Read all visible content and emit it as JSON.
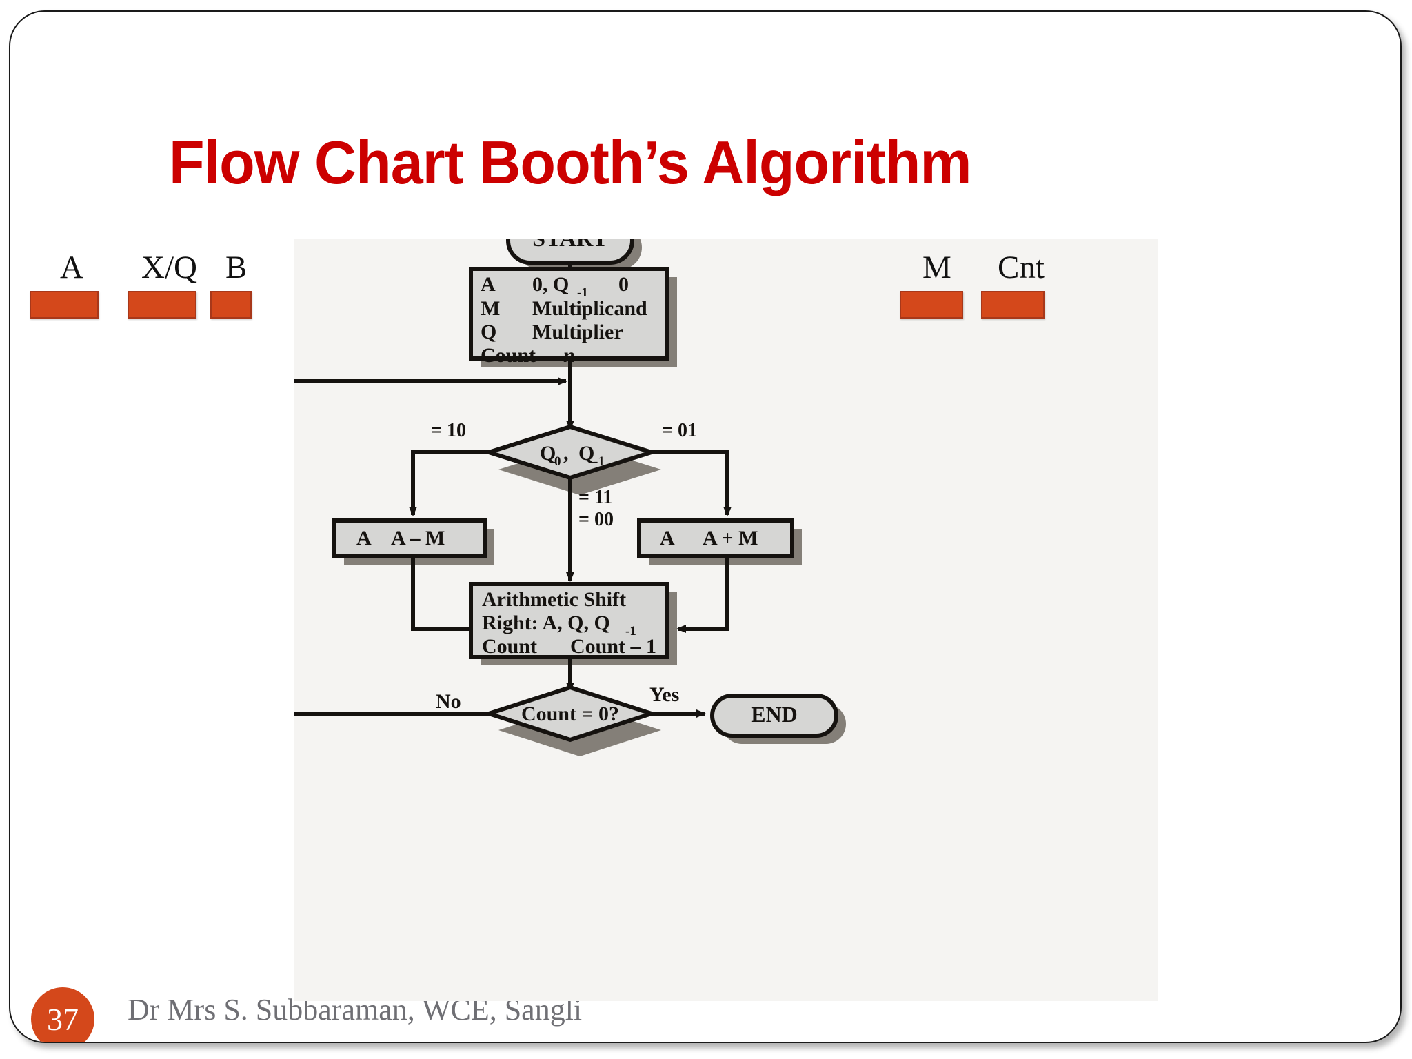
{
  "slide": {
    "title": "Flow Chart Booth’s Algorithm",
    "title_color": "#CC0000",
    "accent_color": "#D4481B",
    "page_number": "37",
    "footer": "Dr Mrs S. Subbaraman, WCE, Sangli"
  },
  "registers": {
    "left": [
      {
        "label": "A"
      },
      {
        "label": "X/Q"
      },
      {
        "label": "B"
      }
    ],
    "right": [
      {
        "label": "M"
      },
      {
        "label": "Cnt"
      }
    ]
  },
  "chart_data": {
    "type": "diagram",
    "title": "Flow Chart Booth’s Algorithm",
    "nodes": [
      {
        "id": "start",
        "shape": "terminator",
        "text": "START"
      },
      {
        "id": "init",
        "shape": "process",
        "lines": [
          "A        0, Q-1        0",
          "M        Multiplicand",
          "Q        Multiplier",
          "Count      n"
        ]
      },
      {
        "id": "decide",
        "shape": "decision",
        "text": "Q0 , Q-1"
      },
      {
        "id": "sub",
        "shape": "process",
        "text": "A       A – M"
      },
      {
        "id": "add",
        "shape": "process",
        "text": "A        A + M"
      },
      {
        "id": "shift",
        "shape": "process",
        "lines": [
          "Arithmetic Shift",
          "Right: A, Q, Q-1",
          "Count       Count – 1"
        ]
      },
      {
        "id": "check",
        "shape": "decision",
        "text": "Count = 0?"
      },
      {
        "id": "end",
        "shape": "terminator",
        "text": "END"
      }
    ],
    "edge_labels": [
      {
        "from": "decide",
        "to": "sub",
        "label": "= 10"
      },
      {
        "from": "decide",
        "to": "add",
        "label": "= 01"
      },
      {
        "from": "decide",
        "to": "shift",
        "label": "= 11"
      },
      {
        "from": "decide",
        "to": "shift",
        "label": "= 00"
      },
      {
        "from": "check",
        "to": "decide",
        "label": "No"
      },
      {
        "from": "check",
        "to": "end",
        "label": "Yes"
      }
    ]
  },
  "flow": {
    "start": "START",
    "init_l1_a": "A",
    "init_l1_b": "0, Q",
    "init_l1_sub": "-1",
    "init_l1_c": "0",
    "init_l2_a": "M",
    "init_l2_b": "Multiplicand",
    "init_l3_a": "Q",
    "init_l3_b": "Multiplier",
    "init_l4_a": "Count",
    "init_l4_b": "n",
    "decision_q0": "Q",
    "decision_q0_sub": "0",
    "decision_comma": " , ",
    "decision_q1": "Q",
    "decision_q1_sub": "-1",
    "label_10": "= 10",
    "label_01": "= 01",
    "label_11": "= 11",
    "label_00": "= 00",
    "sub_box_a": "A",
    "sub_box_b": "A – M",
    "add_box_a": "A",
    "add_box_b": "A + M",
    "shift_l1": "Arithmetic Shift",
    "shift_l2a": "Right: A, Q, Q",
    "shift_l2_sub": "-1",
    "shift_l3a": "Count",
    "shift_l3b": "Count – 1",
    "check": "Count = 0?",
    "label_no": "No",
    "label_yes": "Yes",
    "end": "END"
  }
}
